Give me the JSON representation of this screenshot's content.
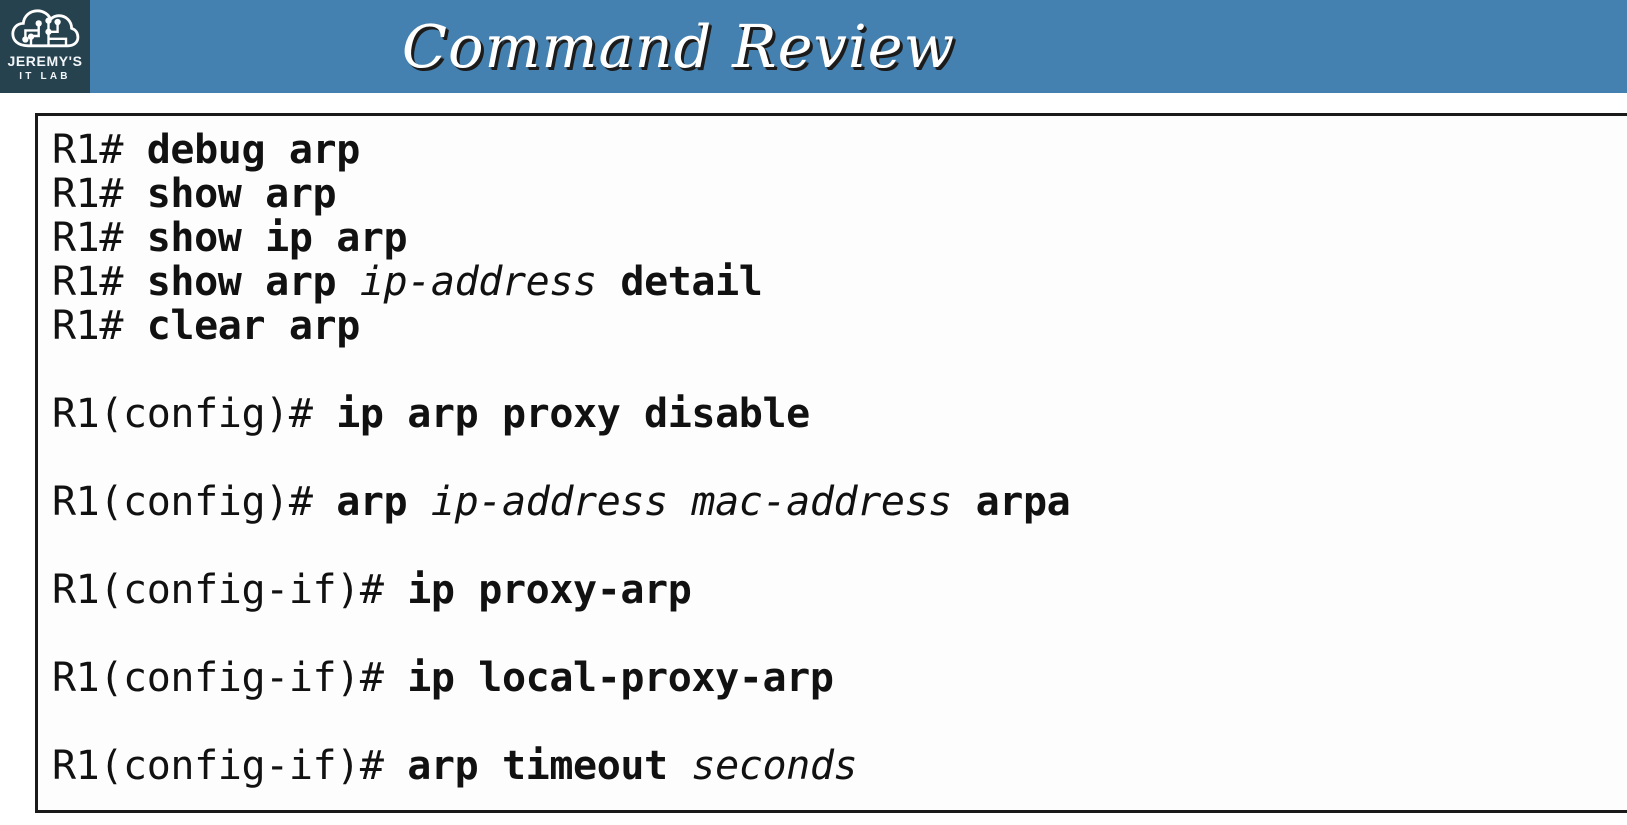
{
  "header": {
    "background_color": "#4481b0",
    "title": "Command Review",
    "logo": {
      "icon": "cloud-circuit-icon",
      "line1": "JEREMY'S",
      "line2": "IT LAB",
      "background_color": "#27424f",
      "text_color": "#ffffff"
    }
  },
  "command_box": {
    "background_color": "#fdfdfd",
    "border_color": "#1a1a1a",
    "text_color": "#111111",
    "lines": [
      {
        "type": "command",
        "segments": [
          {
            "style": "prompt",
            "text": "R1# "
          },
          {
            "style": "kw",
            "text": "debug arp"
          }
        ],
        "plain": "R1# debug arp"
      },
      {
        "type": "command",
        "segments": [
          {
            "style": "prompt",
            "text": "R1# "
          },
          {
            "style": "kw",
            "text": "show arp"
          }
        ],
        "plain": "R1# show arp"
      },
      {
        "type": "command",
        "segments": [
          {
            "style": "prompt",
            "text": "R1# "
          },
          {
            "style": "kw",
            "text": "show ip arp"
          }
        ],
        "plain": "R1# show ip arp"
      },
      {
        "type": "command",
        "segments": [
          {
            "style": "prompt",
            "text": "R1# "
          },
          {
            "style": "kw",
            "text": "show arp "
          },
          {
            "style": "param",
            "text": "ip-address"
          },
          {
            "style": "kw",
            "text": " detail"
          }
        ],
        "plain": "R1# show arp ip-address detail"
      },
      {
        "type": "command",
        "segments": [
          {
            "style": "prompt",
            "text": "R1# "
          },
          {
            "style": "kw",
            "text": "clear arp"
          }
        ],
        "plain": "R1# clear arp"
      },
      {
        "type": "blank",
        "segments": [],
        "plain": ""
      },
      {
        "type": "command",
        "segments": [
          {
            "style": "prompt",
            "text": "R1(config)# "
          },
          {
            "style": "kw",
            "text": "ip arp proxy disable"
          }
        ],
        "plain": "R1(config)# ip arp proxy disable"
      },
      {
        "type": "blank",
        "segments": [],
        "plain": ""
      },
      {
        "type": "command",
        "segments": [
          {
            "style": "prompt",
            "text": "R1(config)# "
          },
          {
            "style": "kw",
            "text": "arp "
          },
          {
            "style": "param",
            "text": "ip-address mac-address"
          },
          {
            "style": "kw",
            "text": " arpa"
          }
        ],
        "plain": "R1(config)# arp ip-address mac-address arpa"
      },
      {
        "type": "blank",
        "segments": [],
        "plain": ""
      },
      {
        "type": "command",
        "segments": [
          {
            "style": "prompt",
            "text": "R1(config-if)# "
          },
          {
            "style": "kw",
            "text": "ip proxy-arp"
          }
        ],
        "plain": "R1(config-if)# ip proxy-arp"
      },
      {
        "type": "blank",
        "segments": [],
        "plain": ""
      },
      {
        "type": "command",
        "segments": [
          {
            "style": "prompt",
            "text": "R1(config-if)# "
          },
          {
            "style": "kw",
            "text": "ip local-proxy-arp"
          }
        ],
        "plain": "R1(config-if)# ip local-proxy-arp"
      },
      {
        "type": "blank",
        "segments": [],
        "plain": ""
      },
      {
        "type": "command",
        "segments": [
          {
            "style": "prompt",
            "text": "R1(config-if)# "
          },
          {
            "style": "kw",
            "text": "arp timeout "
          },
          {
            "style": "param",
            "text": "seconds"
          }
        ],
        "plain": "R1(config-if)# arp timeout seconds"
      }
    ]
  }
}
